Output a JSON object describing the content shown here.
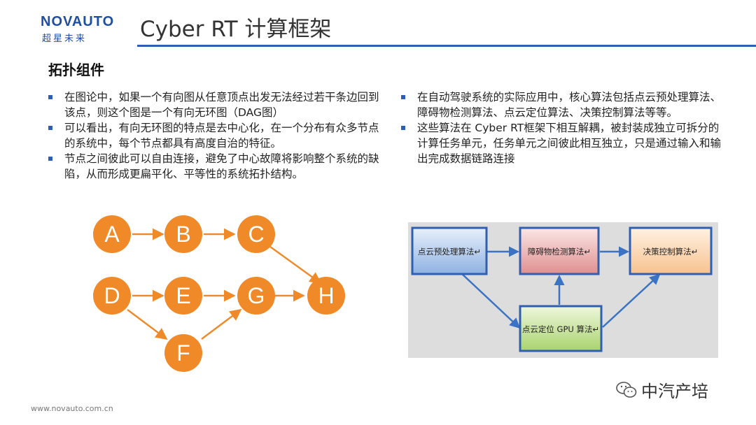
{
  "logo": {
    "name": "NOVAUTO",
    "sub": "超星未来"
  },
  "title": "Cyber RT 计算框架",
  "section_title": "拓扑组件",
  "left_bullets": [
    "在图论中，如果一个有向图从任意顶点出发无法经过若干条边回到该点，则这个图是一个有向无环图（DAG图）",
    "可以看出，有向无环图的特点是去中心化，在一个分布有众多节点的系统中，每个节点都具有高度自治的特征。",
    "节点之间彼此可以自由连接，避免了中心故障将影响整个系统的缺陷，从而形成更扁平化、平等性的系统拓扑结构。"
  ],
  "right_bullets": [
    "在自动驾驶系统的实际应用中，核心算法包括点云预处理算法、障碍物检测算法、点云定位算法、决策控制算法等等。",
    "这些算法在 Cyber RT框架下相互解耦，被封装成独立可拆分的计算任务单元，任务单元之间彼此相互独立，只是通过输入和输出完成数据链路连接"
  ],
  "dag_nodes": {
    "A": "A",
    "B": "B",
    "C": "C",
    "D": "D",
    "E": "E",
    "F": "F",
    "G": "G",
    "H": "H"
  },
  "flow_boxes": {
    "preprocess": "点云预处理算法↵",
    "detection": "障碍物检测算法↵",
    "decision": "决策控制算法↵",
    "localization": "点云定位 GPU 算法↵"
  },
  "colors": {
    "accent_blue": "#2e5fb3",
    "node_orange": "#f08a28"
  },
  "watermark": "中汽产培",
  "footer": "www.novauto.com.cn"
}
